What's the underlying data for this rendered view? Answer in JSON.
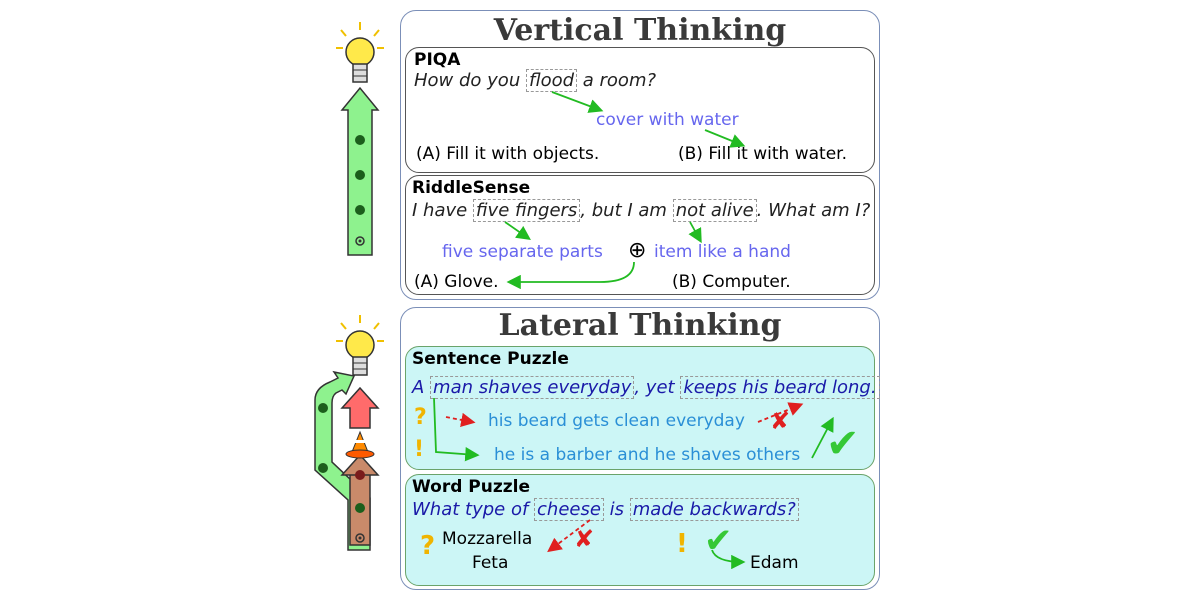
{
  "vertical": {
    "title": "Vertical Thinking",
    "piqa": {
      "name": "PIQA",
      "q_pre": "How do you ",
      "q_key": "flood",
      "q_post": " a room?",
      "hint": "cover with water",
      "opt_a": "(A) Fill it with objects.",
      "opt_b": "(B) Fill it with water."
    },
    "riddle": {
      "name": "RiddleSense",
      "q_pre": "I have ",
      "q_key1": "five fingers",
      "q_mid": ", but I am ",
      "q_key2": "not alive",
      "q_post": ". What am I?",
      "hint1": "five separate parts",
      "plus": "⊕",
      "hint2": "item like a hand",
      "opt_a": "(A) Glove.",
      "opt_b": "(B) Computer."
    }
  },
  "lateral": {
    "title": "Lateral Thinking",
    "sentence": {
      "name": "Sentence Puzzle",
      "q_pre": "A ",
      "q_key1": "man shaves everyday",
      "q_mid": ", yet ",
      "q_key2": "keeps his beard long.",
      "wrong_mark": "?",
      "wrong": "his beard gets clean everyday",
      "right_mark": "!",
      "right": "he is a barber and he shaves others",
      "x_mark": "✘",
      "check_mark": "✔"
    },
    "word": {
      "name": "Word Puzzle",
      "q_pre": "What type of ",
      "q_key1": "cheese",
      "q_mid": " is ",
      "q_key2": "made backwards?",
      "wrong_mark": "?",
      "wrong1": "Mozzarella",
      "wrong2": "Feta",
      "x_mark": "✘",
      "right_mark": "!",
      "check_mark": "✔",
      "right": "Edam"
    }
  },
  "colors": {
    "green": "#8ef28e",
    "red": "#ff6b6b",
    "bulb": "#ffe94a",
    "hint_blue": "#6666ee"
  }
}
